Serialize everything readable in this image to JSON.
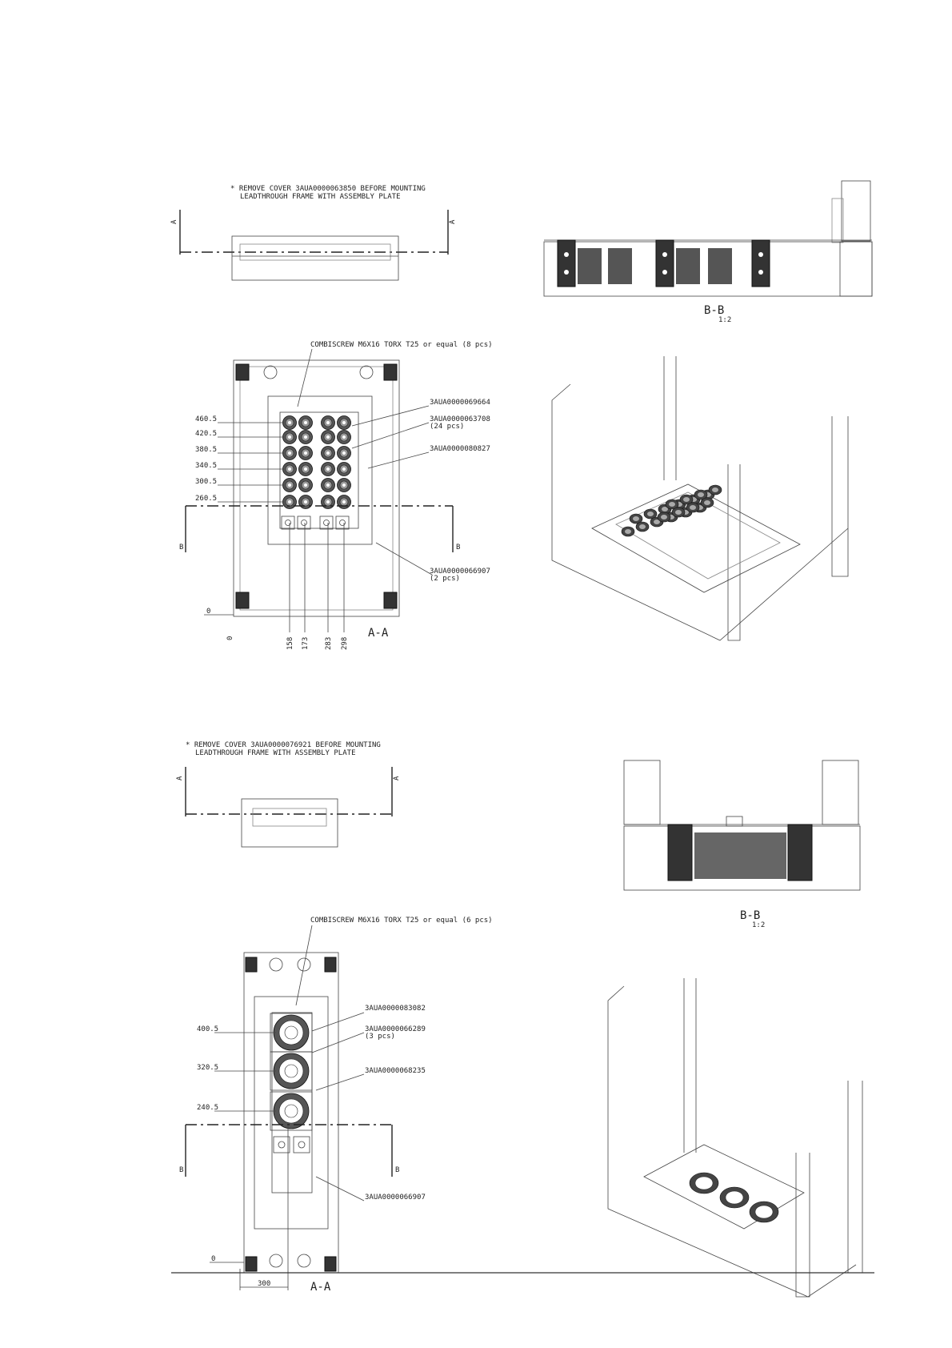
{
  "top_view": {
    "note_line1": "* REMOVE COVER 3AUA0000063850 BEFORE MOUNTING",
    "note_line2": "LEADTHROUGH FRAME WITH ASSEMBLY PLATE",
    "section_a_left": "A",
    "section_a_right": "A",
    "section_bb_title": "B-B",
    "section_bb_scale": "1:2",
    "screw_callout": "COMBISCREW M6X16 TORX T25 or equal (8 pcs)",
    "part1": "3AUA0000069664",
    "part2_line1": "3AUA0000063708",
    "part2_line2": "(24 pcs)",
    "part3": "3AUA0000080827",
    "part4_line1": "3AUA0000066907",
    "part4_line2": "(2 pcs)",
    "dims_left": [
      "460.5",
      "420.5",
      "380.5",
      "340.5",
      "300.5",
      "260.5"
    ],
    "dim_zero": "0",
    "bottom_dims": [
      "0",
      "158",
      "173",
      "283",
      "298"
    ],
    "section_b_left": "B",
    "section_b_right": "B",
    "view_label": "A-A"
  },
  "bottom_view": {
    "note_line1": "* REMOVE COVER 3AUA0000076921 BEFORE MOUNTING",
    "note_line2": "LEADTHROUGH FRAME WITH ASSEMBLY PLATE",
    "section_a_left": "A",
    "section_a_right": "A",
    "section_bb_title": "B-B",
    "section_bb_scale": "1:2",
    "screw_callout": "COMBISCREW M6X16 TORX T25 or equal (6 pcs)",
    "part1": "3AUA0000083082",
    "part2_line1": "3AUA0000066289",
    "part2_line2": "(3 pcs)",
    "part3": "3AUA0000068235",
    "part4": "3AUA0000066907",
    "dims_left": [
      "400.5",
      "320.5",
      "240.5"
    ],
    "dim_zero": "0",
    "dim_bottom": "300",
    "section_b_left": "B",
    "section_b_right": "B",
    "view_label": "A-A"
  },
  "colors": {
    "ink": "#222222",
    "fill_dark": "#333333",
    "paper": "#ffffff"
  }
}
